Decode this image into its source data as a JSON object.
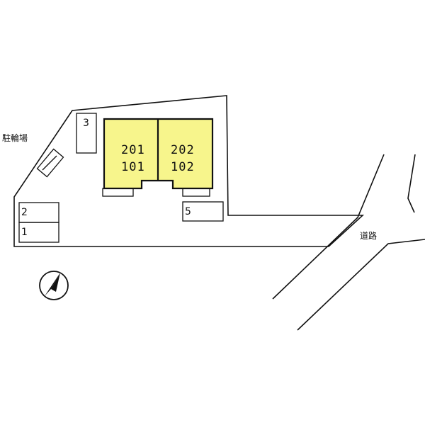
{
  "bicycle_parking": {
    "label": "駐輪場"
  },
  "road": {
    "label": "道路"
  },
  "parking_spaces": [
    "1",
    "2",
    "3",
    "5"
  ],
  "units": {
    "left_upper": "201",
    "left_lower": "101",
    "right_upper": "202",
    "right_lower": "102"
  },
  "colors": {
    "building_fill": "#f7f58c",
    "line": "#111111"
  },
  "icons": {
    "north_arrow": "north-arrow-icon"
  }
}
